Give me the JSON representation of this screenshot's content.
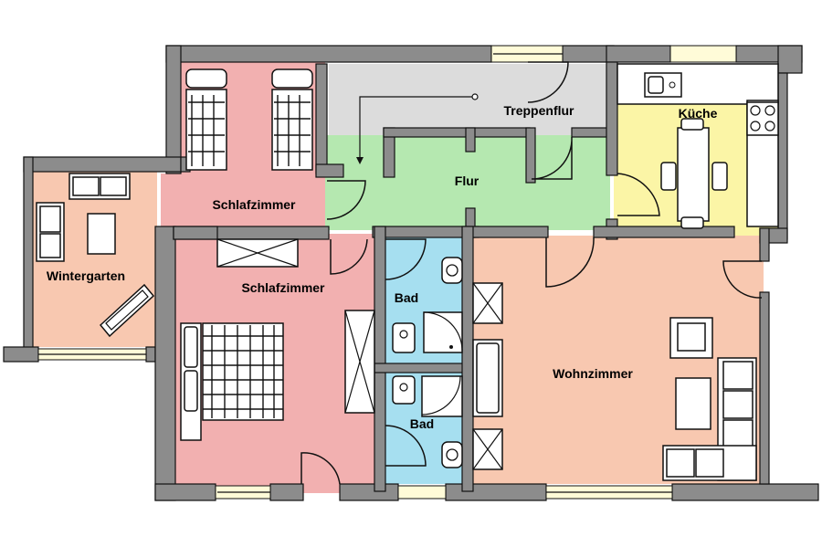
{
  "plan": {
    "colors": {
      "wall": "#8c8c8c",
      "schlafzimmer": "#f2b0b0",
      "wintergarten": "#f8c8b0",
      "flur": "#b5e8b0",
      "treppenflur": "#dcdcdc",
      "kueche": "#fbf5a6",
      "bad": "#a6dff0",
      "wohnzimmer": "#f8c8b0"
    },
    "rooms": [
      {
        "id": "wintergarten",
        "label": "Wintergarten"
      },
      {
        "id": "schlafzimmer-top",
        "label": "Schlafzimmer"
      },
      {
        "id": "schlafzimmer-main",
        "label": "Schlafzimmer"
      },
      {
        "id": "treppenflur",
        "label": "Treppenflur"
      },
      {
        "id": "flur",
        "label": "Flur"
      },
      {
        "id": "kueche",
        "label": "Küche"
      },
      {
        "id": "bad-top",
        "label": "Bad"
      },
      {
        "id": "bad-bottom",
        "label": "Bad"
      },
      {
        "id": "wohnzimmer",
        "label": "Wohnzimmer"
      }
    ]
  }
}
